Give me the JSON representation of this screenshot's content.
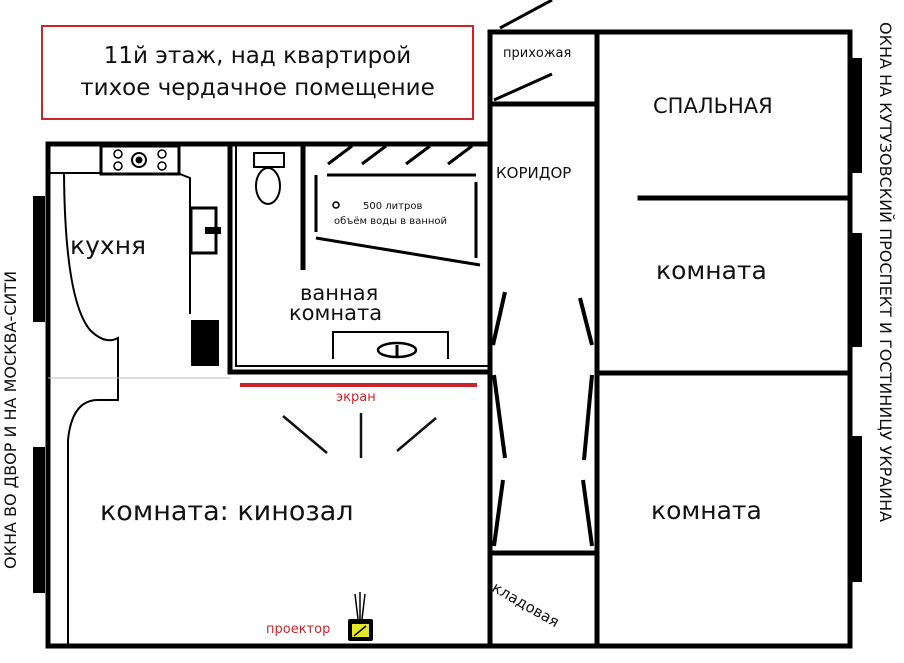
{
  "header": {
    "line1": "11й этаж, над квартирой",
    "line2": "тихое чердачное помещение",
    "border_color": "#c8262b"
  },
  "rooms": {
    "hallway": "прихожая",
    "corridor": "КОРИДОР",
    "bedroom": "СПАЛЬНАЯ",
    "room_middle": "комната",
    "room_bottom": "комната",
    "kitchen": "кухня",
    "bathroom_line1": "ванная",
    "bathroom_line2": "комната",
    "cinema": "комната: кинозал",
    "storage": "кладовая"
  },
  "annotations": {
    "bath_volume_line1": "500 литров",
    "bath_volume_line2": "объём воды в ванной",
    "screen": "экран",
    "projector": "проектор",
    "accent_color": "#c8262b",
    "projector_color": "#e6e629"
  },
  "windows": {
    "left_label": "ОКНА ВО ДВОР И НА МОСКВА-СИТИ",
    "right_label": "ОКНА НА КУТУЗОВСКИЙ ПРОСПЕКТ И ГОСТИНИЦУ УКРАИНА"
  }
}
